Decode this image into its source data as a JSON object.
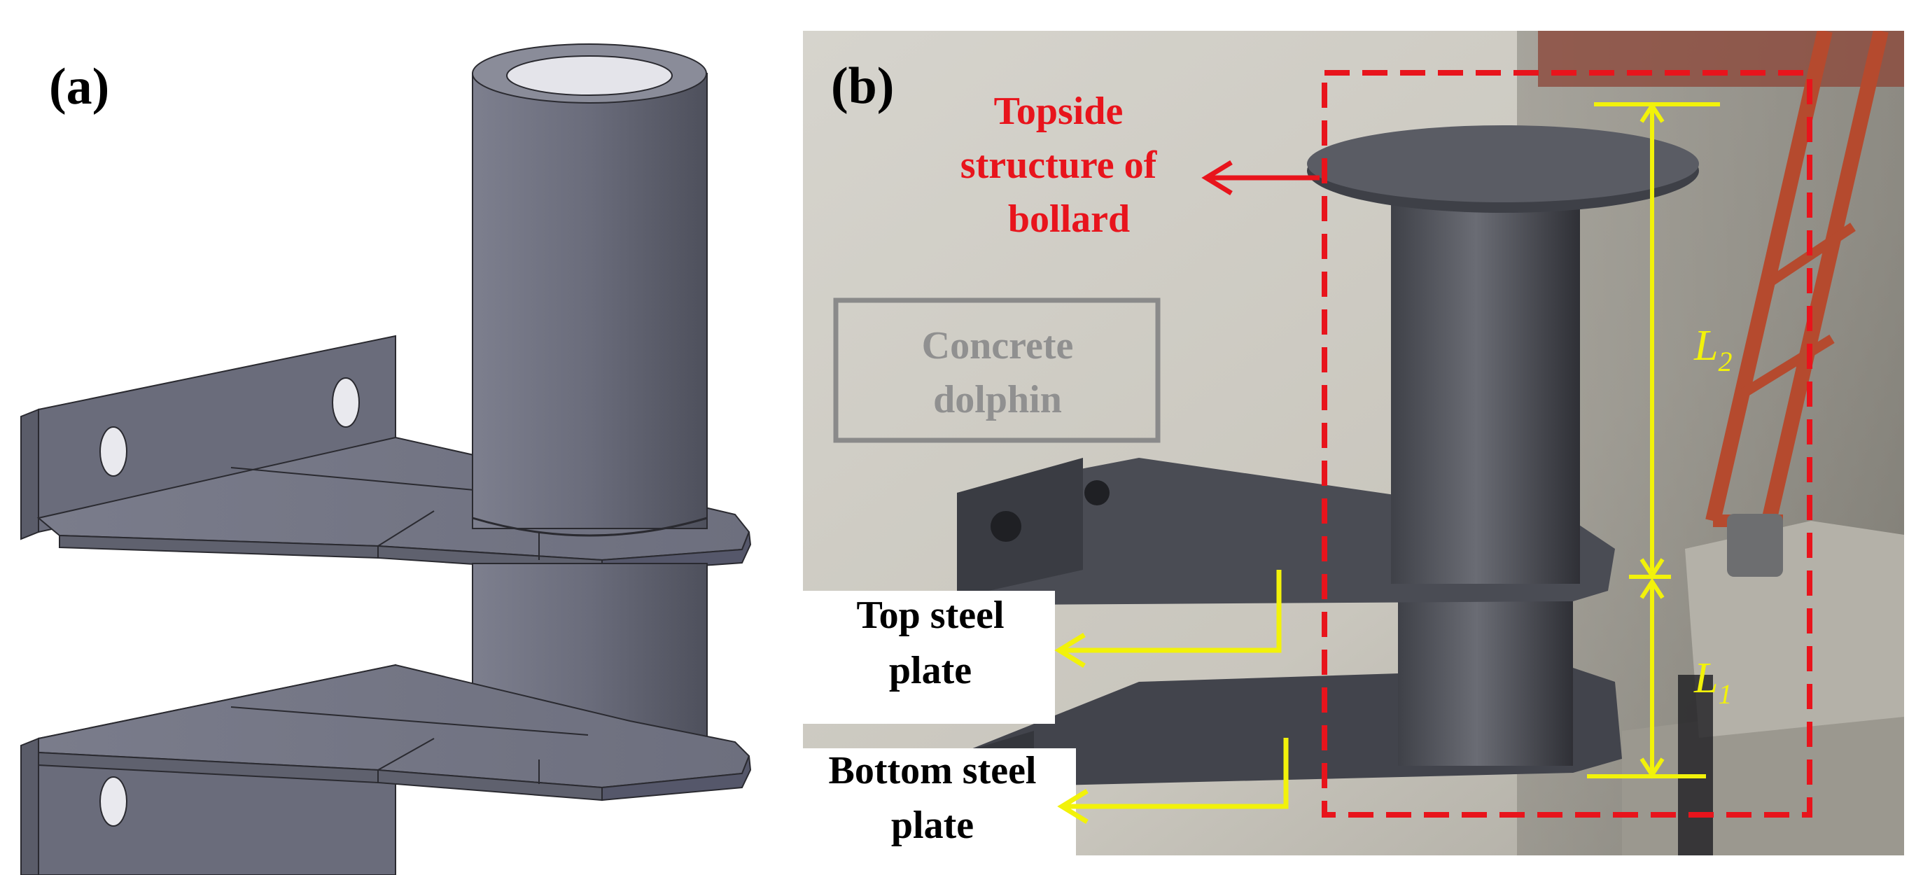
{
  "panel_a": {
    "label": "(a)"
  },
  "panel_b": {
    "label": "(b)",
    "topside_lines": [
      "Topside",
      "structure of",
      "bollard"
    ],
    "concrete_lines": [
      "Concrete",
      "dolphin"
    ],
    "top_plate_lines": [
      "Top  steel",
      "plate"
    ],
    "bottom_plate_lines": [
      "Bottom steel",
      "plate"
    ],
    "dim_l2": {
      "main": "L",
      "sub": "2"
    },
    "dim_l1": {
      "main": "L",
      "sub": "1"
    }
  },
  "colors": {
    "annotation_red": "#e8141c",
    "dimension_yellow": "#f2f20a",
    "steel_gray": "#5c5e6b",
    "concrete_gray": "#c9c6bd"
  }
}
